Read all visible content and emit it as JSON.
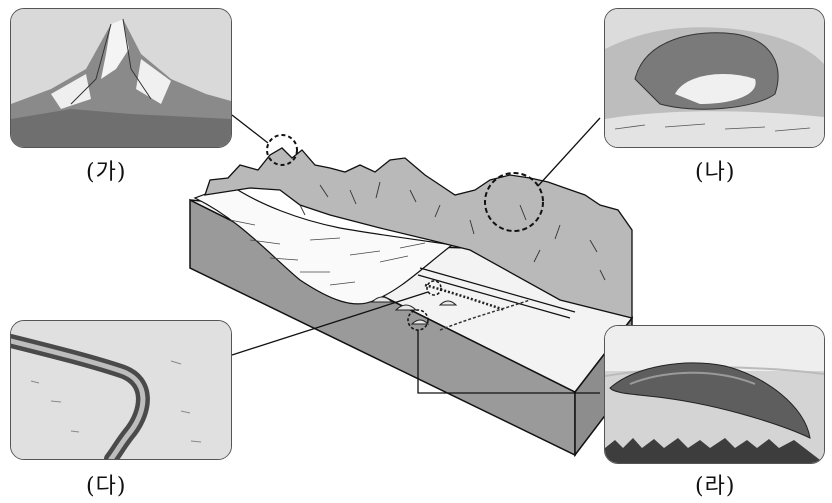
{
  "labels": {
    "ga": "(가)",
    "na": "(나)",
    "da": "(다)",
    "ra": "(라)"
  },
  "panels": {
    "ga": {
      "subject": "matterhorn-horn-peak-icon"
    },
    "na": {
      "subject": "cirque-icon"
    },
    "da": {
      "subject": "esker-ridge-icon"
    },
    "ra": {
      "subject": "drumlin-icon"
    }
  },
  "colors": {
    "line": "#111111",
    "panel_border": "#555555",
    "mountain_face": "#b9b9b9",
    "block_side": "#9a9a9a"
  }
}
